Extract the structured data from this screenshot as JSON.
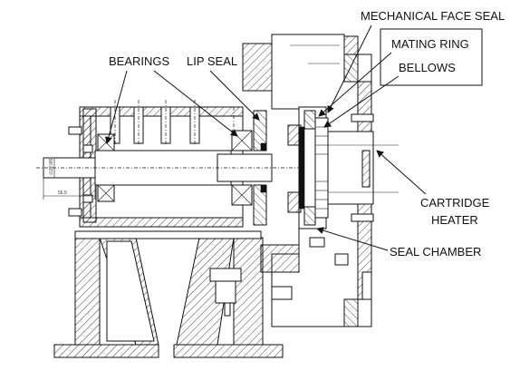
{
  "labels": {
    "mechanical_face_seal": "MECHANICAL FACE SEAL",
    "mating_ring": "MATING RING",
    "bellows": "BELLOWS",
    "bearings": "BEARINGS",
    "lip_seal": "LIP SEAL",
    "cartridge_heater_line1": "CARTRIDGE",
    "cartridge_heater_line2": "HEATER",
    "seal_chamber": "SEAL CHAMBER"
  },
  "dimensions": {
    "shaft_diameter": "∅22.0f6",
    "shaft_length": "56.5"
  }
}
